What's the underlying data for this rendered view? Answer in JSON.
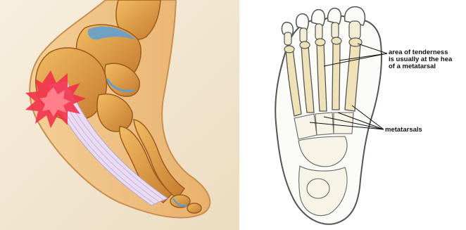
{
  "left_illustration": {
    "icon": "heel-plantar-fascia-illustration",
    "colors": {
      "background": "#f6ecd9",
      "bone": "#e6a445",
      "bone_shadow": "#b9722a",
      "skin": "#f1c48a",
      "ligament": "#e7d8f0",
      "cartilage": "#5aa0d8",
      "pain_burst": "#f2324a"
    }
  },
  "right_illustration": {
    "icon": "foot-skeleton-plantar-view",
    "colors": {
      "outline": "#555555",
      "metatarsal_fill": "#efe2b8"
    },
    "labels": {
      "tenderness_line1": "area of tenderness",
      "tenderness_line2": "is usually at the hea",
      "tenderness_line3": "of a metatarsal",
      "metatarsals": "metatarsals"
    }
  }
}
